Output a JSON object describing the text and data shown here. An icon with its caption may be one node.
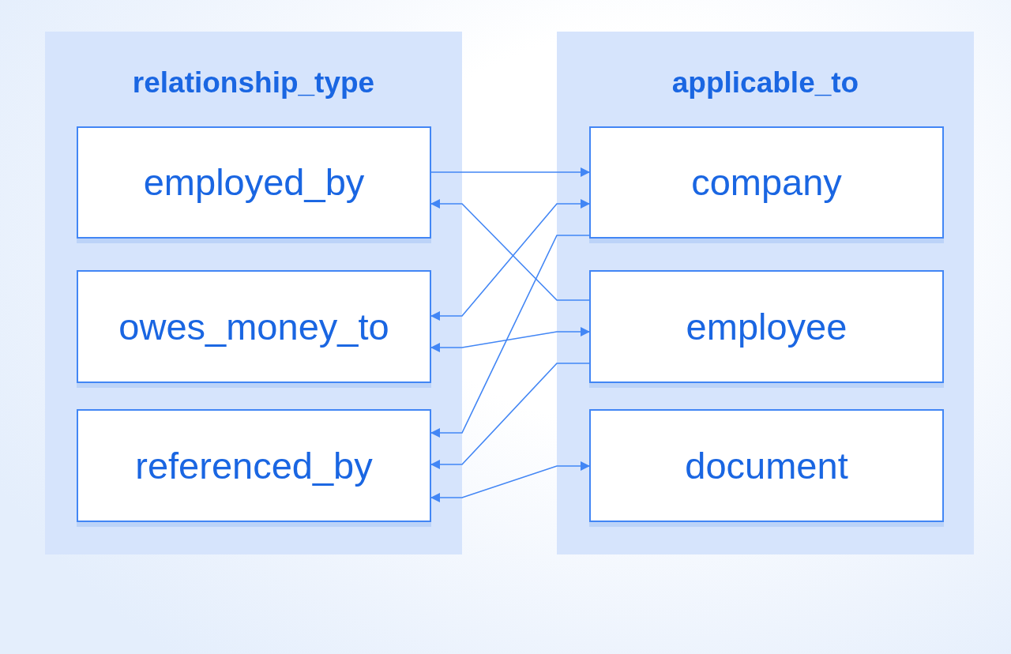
{
  "diagram": {
    "nodes": [
      {
        "text": [
          "relationship_type"
        ]
      },
      {
        "text": [
          "employed_by"
        ],
        "in": 0
      },
      {
        "text": [
          "owes_money_to"
        ],
        "in": 0
      },
      {
        "text": [
          "referenced_by"
        ],
        "in": 0
      },
      {
        "text": [
          "applicable_to"
        ]
      },
      {
        "text": [
          "company"
        ],
        "in": 4
      },
      {
        "text": [
          "employee"
        ],
        "in": 4
      },
      {
        "text": [
          "document"
        ],
        "in": 4
      }
    ],
    "edges": [
      {
        "from": 1,
        "to": 5,
        "arrow": "to"
      },
      {
        "from": 6,
        "to": 1,
        "arrow": "to"
      },
      {
        "from": 2,
        "to": 5,
        "arrow": "both"
      },
      {
        "from": 5,
        "to": 3,
        "arrow": "to"
      },
      {
        "from": 2,
        "to": 6,
        "arrow": "both"
      },
      {
        "from": 6,
        "to": 3,
        "arrow": "to"
      },
      {
        "from": 3,
        "to": 7,
        "arrow": "both"
      }
    ]
  }
}
